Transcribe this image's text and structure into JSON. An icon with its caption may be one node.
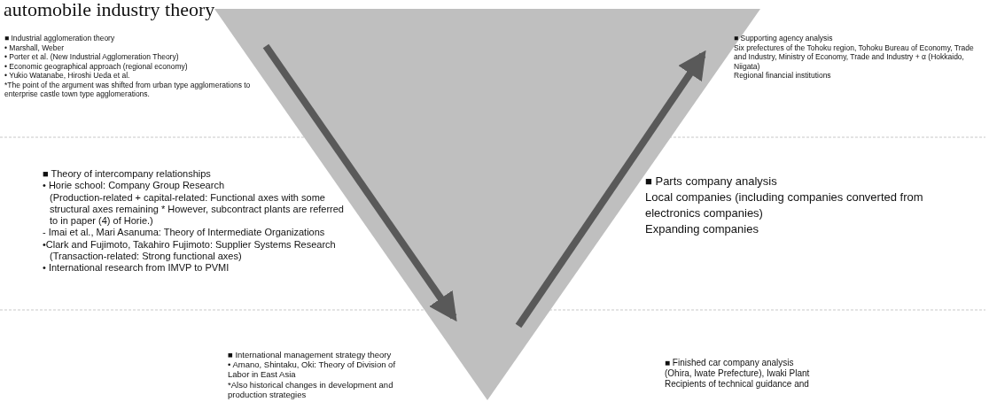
{
  "diagram": {
    "title": "automobile industry theory",
    "labels": [
      "■ Industrial agglomeration theory",
      "• Marshall, Weber",
      "• Porter et al. (New Industrial Agglomeration Theory)",
      "• Economic geographical approach (regional economy)",
      "• Yukio Watanabe, Hiroshi Ueda et al.",
      "*The point of the argument was shifted from urban type agglomerations to enterprise castle town type agglomerations.",
      "■ Supporting agency analysis",
      "Six prefectures of the Tohoku region, Tohoku Bureau of Economy, Trade and Industry, Ministry of Economy, Trade and Industry + α (Hokkaido, Niigata)",
      "Regional financial institutions",
      "■ Theory of intercompany relationships",
      "• Horie school: Company Group Research",
      "(Production-related + capital-related: Functional axes with some structural axes remaining * However, subcontract plants are referred to in paper (4) of Horie.)",
      "- Imai et al., Mari Asanuma: Theory of Intermediate Organizations",
      "•Clark and Fujimoto, Takahiro Fujimoto: Supplier Systems Research",
      "(Transaction-related: Strong functional axes)",
      "• International research from IMVP to PVMI",
      "■ Parts company analysis",
      "Local companies (including companies converted from electronics companies)",
      "Expanding companies",
      "■ International management strategy theory",
      "• Amano, Shintaku, Oki: Theory of Division of Labor in East Asia",
      "*Also historical changes in development and production strategies",
      "■ Finished car company analysis",
      "(Ohira, Iwate Prefecture), Iwaki Plant",
      "Recipients of technical guidance and"
    ]
  }
}
